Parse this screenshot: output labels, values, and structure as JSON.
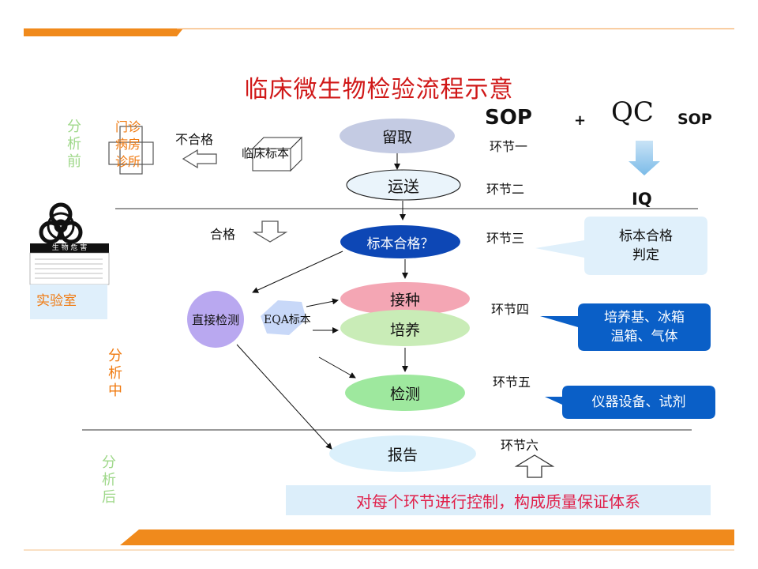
{
  "title": "临床微生物检验流程示意",
  "phases": {
    "pre": "分析前",
    "mid": "分析中",
    "post": "分析后"
  },
  "clinic": {
    "line1": "门诊",
    "line2": "病房",
    "line3": "诊所"
  },
  "reject_label": "不合格",
  "specimen_label": "临床标本",
  "pass_label": "合格",
  "lab_label": "实验室",
  "biohazard": {
    "header": "生 物 危 害"
  },
  "steps": {
    "collect": "留取",
    "transport": "运送",
    "qualified": "标本合格？",
    "inoculate": "接种",
    "culture": "培养",
    "detect": "检测",
    "report": "报告",
    "direct": "直接检测",
    "eqa": "EQA标本"
  },
  "stages": {
    "s1": "环节一",
    "s2": "环节二",
    "s3": "环节三",
    "s4": "环节四",
    "s5": "环节五",
    "s6": "环节六"
  },
  "sop": "SOP",
  "plus": "+",
  "qc": "QC",
  "sop_small": "SOP",
  "iq": "IQ",
  "callouts": {
    "judge_line1": "标本合格",
    "judge_line2": "判定",
    "media_line1": "培养基、冰箱",
    "media_line2": "温箱、气体",
    "instrument": "仪器设备、试剂"
  },
  "bottom_banner": "对每个环节进行控制，构成质量保证体系",
  "colors": {
    "orange": "#f08a1c",
    "title_red": "#d01818",
    "dark_blue": "#0d47b5",
    "callout_blue": "#0a5fc7",
    "green_phase": "#9fd88a",
    "orange_phase": "#f07a10"
  }
}
